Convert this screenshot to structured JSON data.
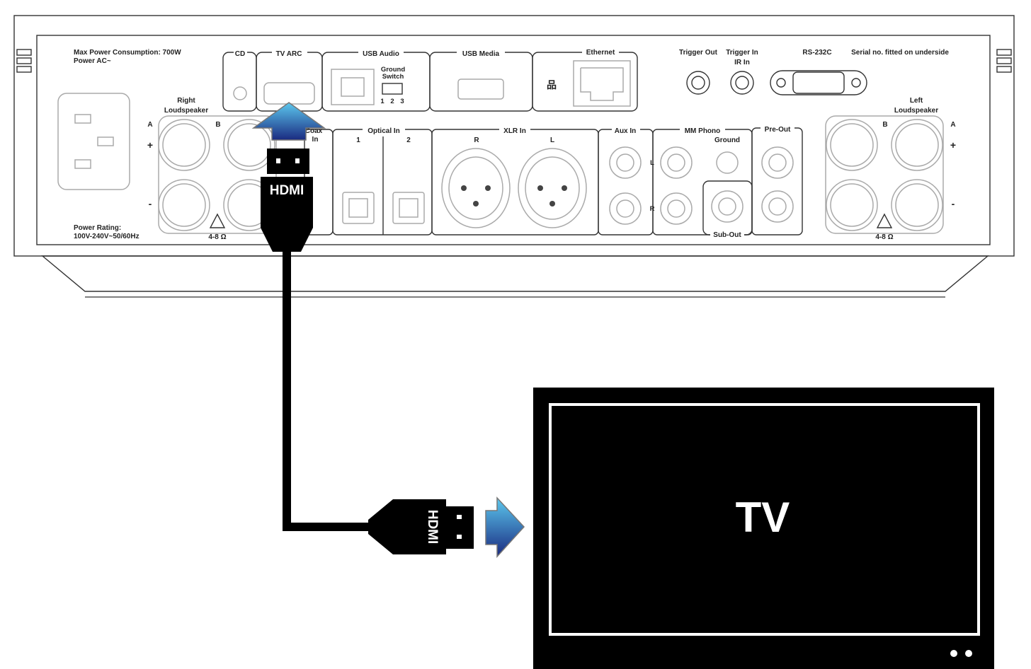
{
  "device": {
    "max_power": "Max Power Consumption: 700W",
    "power_ac": "Power AC~",
    "power_rating_title": "Power Rating:",
    "power_rating_value": "100V-240V~50/60Hz",
    "right_speaker": [
      "Right",
      "Loudspeaker"
    ],
    "left_speaker": [
      "Left",
      "Loudspeaker"
    ],
    "terminal_a": "A",
    "terminal_b": "B",
    "plus": "+",
    "minus": "-",
    "impedance": "4-8 Ω",
    "top_ports": {
      "cd": "CD",
      "tv_arc": "TV ARC",
      "usb_audio": "USB Audio",
      "ground_switch": [
        "Ground",
        "Switch"
      ],
      "switch_positions": [
        "1",
        "2",
        "3"
      ],
      "usb_media": "USB Media",
      "ethernet": "Ethernet",
      "trigger_out": "Trigger Out",
      "trigger_in": "Trigger In",
      "ir_in": "IR In",
      "rs232c": "RS-232C",
      "serial_note": "Serial no. fitted on underside"
    },
    "bottom_ports": {
      "coax_in": [
        "Coax",
        "In"
      ],
      "optical_in": "Optical In",
      "optical_numbers": [
        "1",
        "2"
      ],
      "xlr_in": "XLR In",
      "xlr_r": "R",
      "xlr_l": "L",
      "aux_in": "Aux In",
      "mm_phono": "MM Phono",
      "ground": "Ground",
      "pre_out": "Pre-Out",
      "sub_out": "Sub-Out",
      "channel_l": "L",
      "channel_r": "R"
    }
  },
  "cable": {
    "plug_label": "HDMI",
    "color": "#000000",
    "arrow_gradient": [
      "#5cc8ee",
      "#1a2a80"
    ]
  },
  "tv": {
    "label": "TV"
  }
}
